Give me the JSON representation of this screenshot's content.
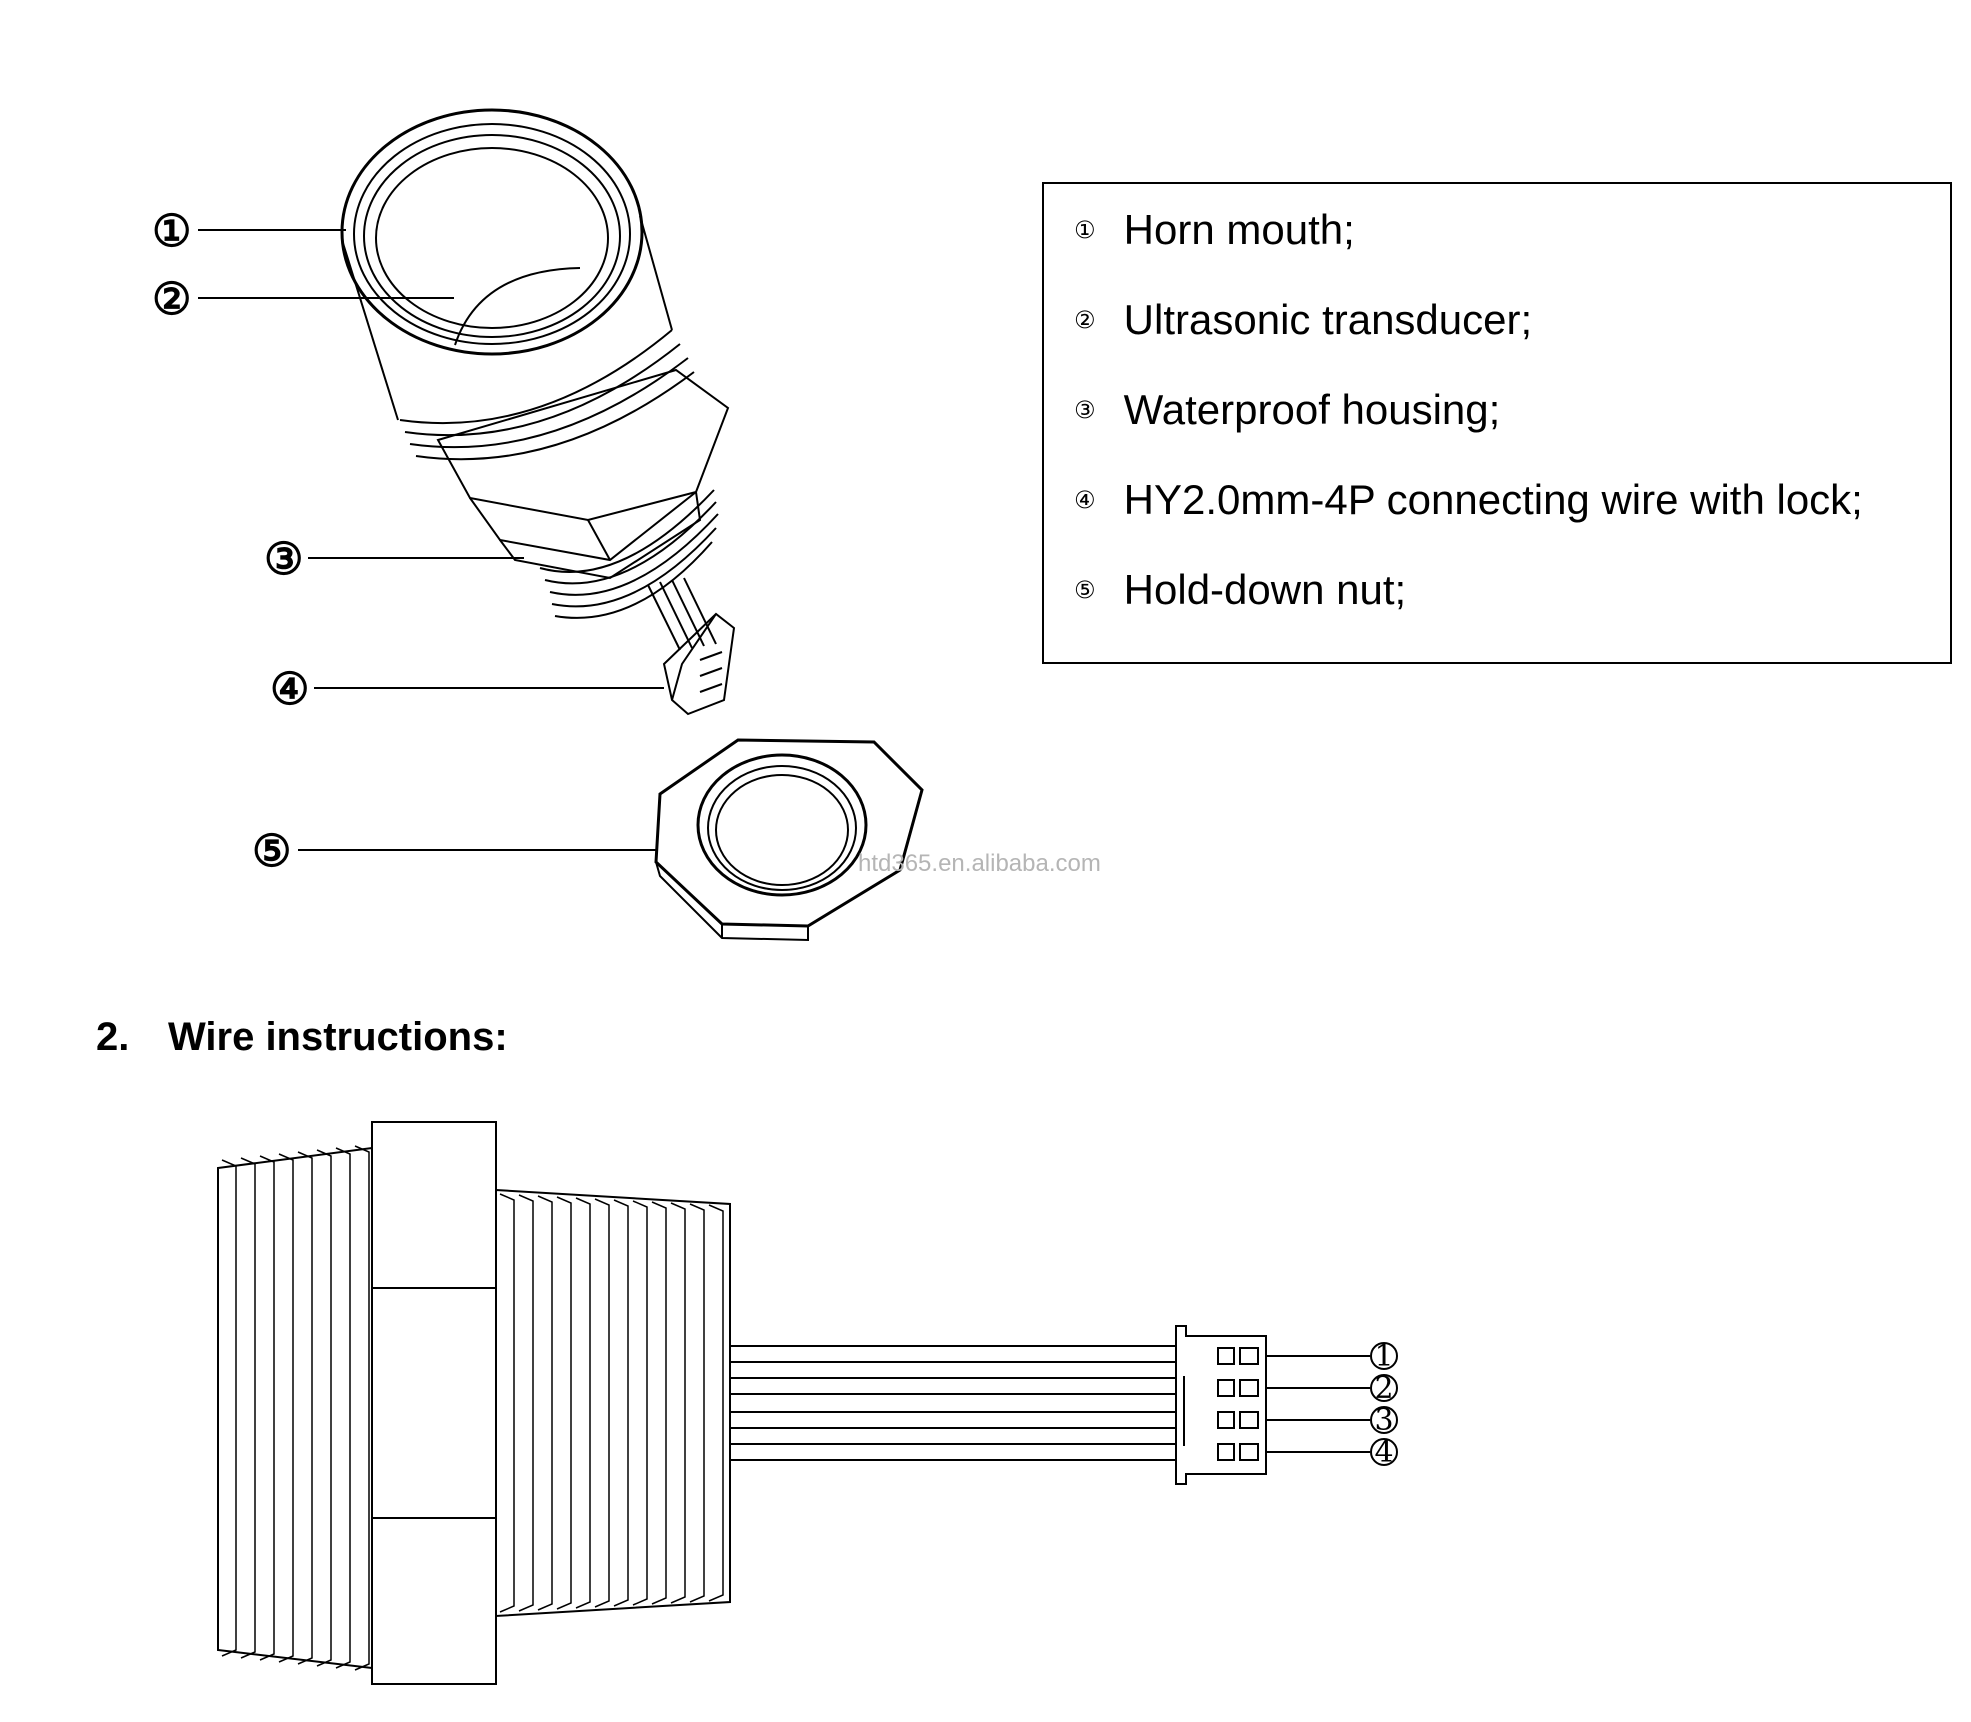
{
  "exploded_view": {
    "callouts": [
      "①",
      "②",
      "③",
      "④",
      "⑤"
    ]
  },
  "legend": {
    "items": [
      {
        "num": "①",
        "text": "Horn mouth;"
      },
      {
        "num": "②",
        "text": " Ultrasonic transducer;"
      },
      {
        "num": "③",
        "text": " Waterproof housing;"
      },
      {
        "num": "④",
        "text": " HY2.0mm-4P connecting wire with lock;"
      },
      {
        "num": "⑤",
        "text": "Hold-down nut;"
      }
    ]
  },
  "section": {
    "number": "2.",
    "title": "Wire instructions:"
  },
  "wire_diagram": {
    "pins": [
      "1",
      "2",
      "3",
      "4"
    ]
  },
  "watermark": "htd365.en.alibaba.com"
}
